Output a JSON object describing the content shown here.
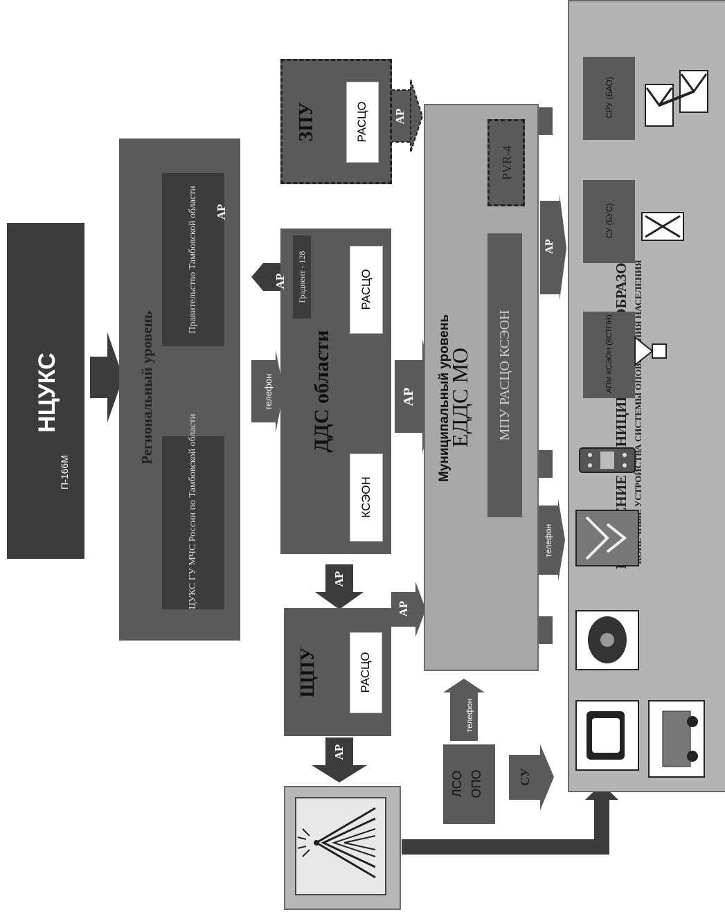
{
  "nodes": {
    "ncuks": {
      "title": "НЦУКС",
      "sub": "П-166М"
    },
    "regional": {
      "title": "Региональный уровень",
      "cuks": "ЦУКС ГУ МЧС России по Тамбовской области",
      "gov": "Правительство Тамбовской области"
    },
    "dds": {
      "title": "ДДС области",
      "gradient": "Градиент - 128",
      "kseon": "КСЭОН",
      "rasco": "РАСЦО"
    },
    "zpu": {
      "title": "ЗПУ",
      "rasco": "РАСЦО"
    },
    "shpu": {
      "title": "ЩПУ",
      "rasco": "РАСЦО"
    },
    "municipal": {
      "title": "Муниципальный уровень",
      "edds": "ЕДДС МО",
      "mpu": "МПУ РАСЦО КСЭОН",
      "pvr": "PVR-4"
    },
    "lso": {
      "line1": "ЛСО",
      "line2": "ОПО"
    },
    "population": {
      "title": "НАСЕЛЕНИЕ МУНИЦИПАЛЬНЫХ ОБРАЗОВАНИЙ",
      "subtitle": "КОНЕЧНЫЕ УСТРОЙСТВА СИСТЕМЫ ОПОВЕЩЕНИЯ НАСЕЛЕНИЯ",
      "apm": "АПМ КСЭОН (ВСТПН)",
      "su": "СУ (БУС)",
      "sru": "СРУ (БАО)"
    }
  },
  "arrow_labels": {
    "ar": "АР",
    "telefon": "телефон",
    "su": "СУ"
  },
  "icons": [
    "tv-icon",
    "telephone-icon",
    "church-icon",
    "mobile-phone-icon",
    "loudspeaker-icon",
    "siren-icon",
    "radio-tower-icon",
    "car-icon"
  ]
}
